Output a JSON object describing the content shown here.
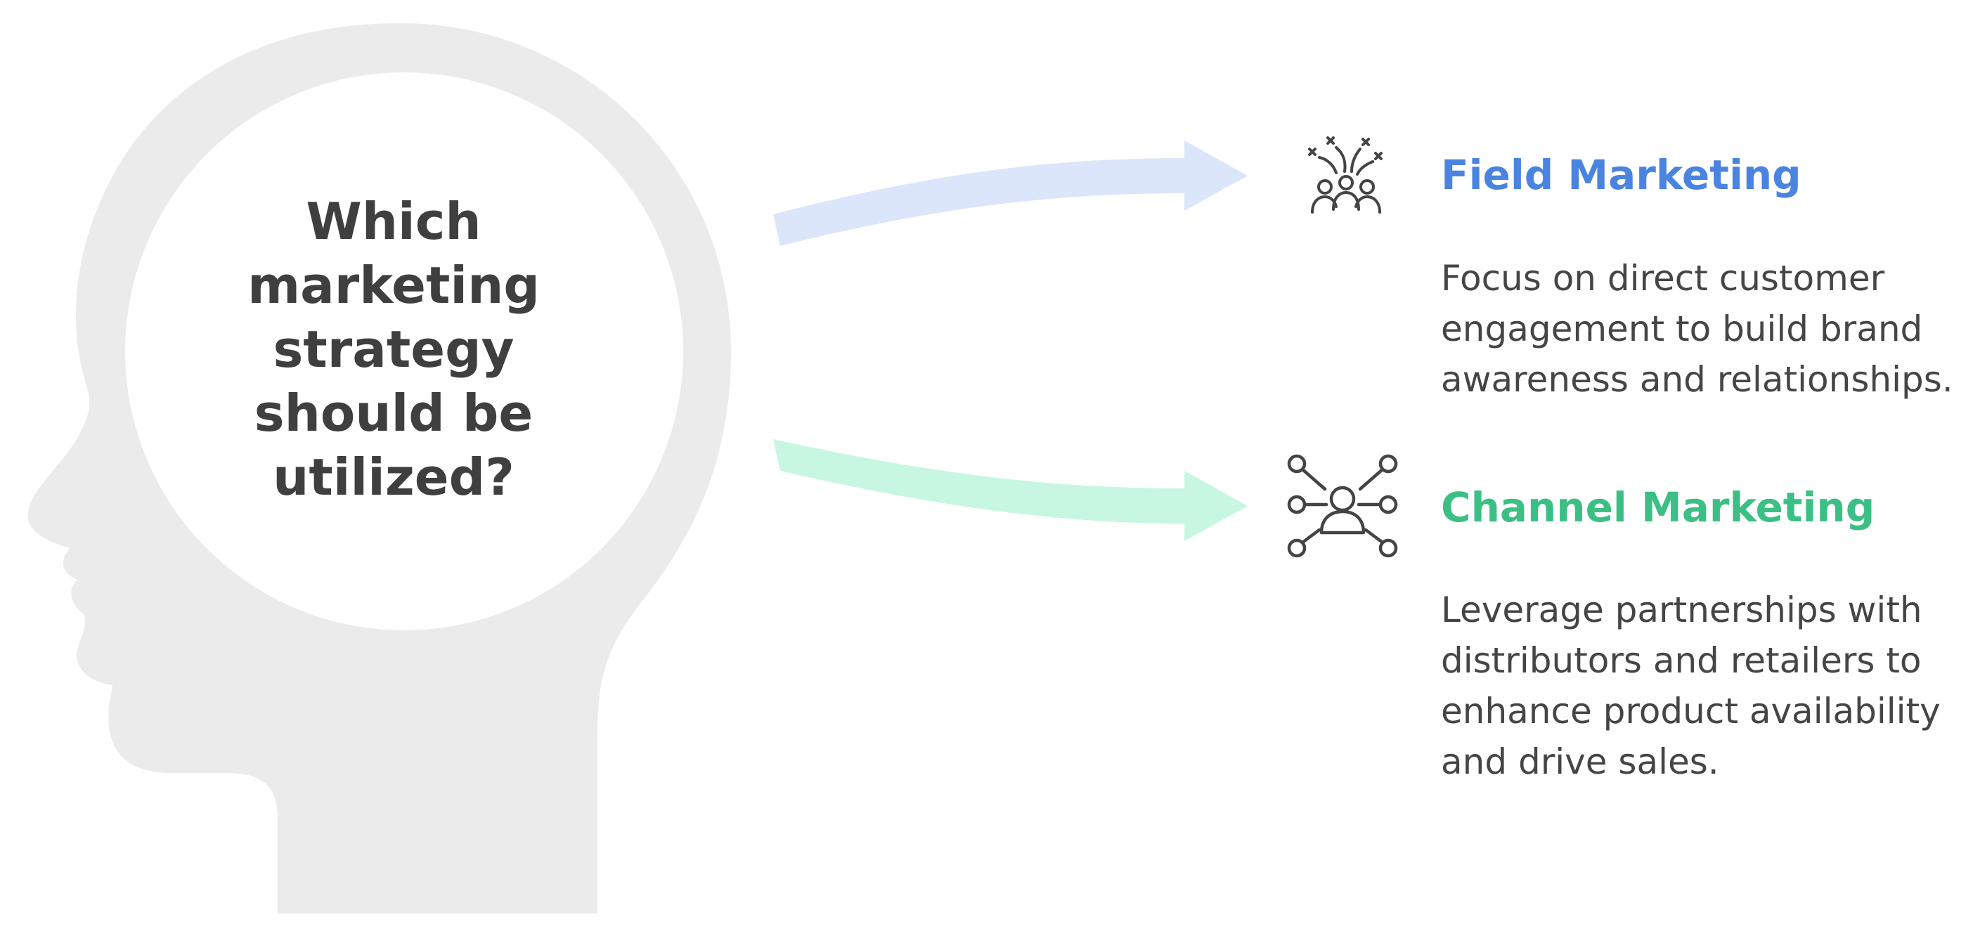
{
  "question": "Which marketing strategy should be utilized?",
  "options": [
    {
      "title": "Field Marketing",
      "description": "Focus on direct customer engagement to build brand awareness and relationships.",
      "icon": "crowd-celebration-icon",
      "color": "#4a84e0",
      "arrow_color": "#dbe6fb"
    },
    {
      "title": "Channel Marketing",
      "description": "Leverage partnerships with distributors and retailers to enhance product availability and drive sales.",
      "icon": "user-network-icon",
      "color": "#3cbf84",
      "arrow_color": "#c8f7e1"
    }
  ],
  "colors": {
    "head": "#ebebeb",
    "circle": "#ffffff",
    "text": "#3f3f3f",
    "icon_stroke": "#444444"
  }
}
